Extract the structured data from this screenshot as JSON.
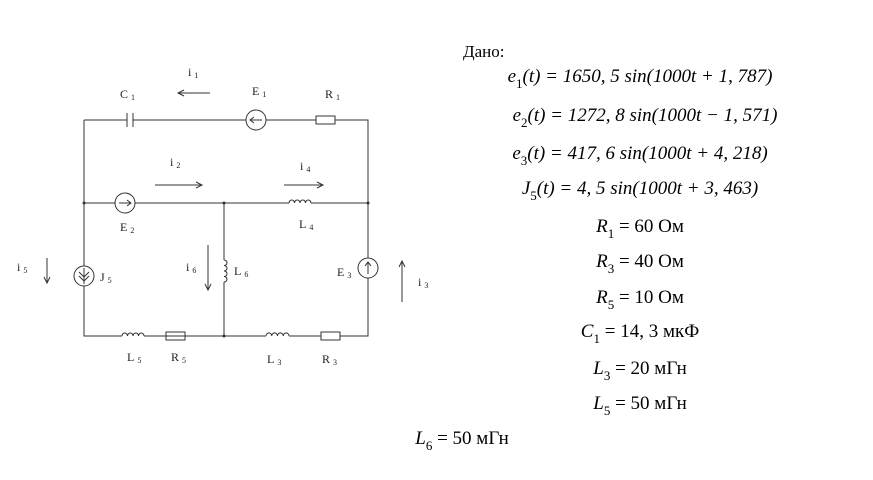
{
  "labels": {
    "C1": {
      "main": "C",
      "sub": "1"
    },
    "E1": {
      "main": "E",
      "sub": "1"
    },
    "R1": {
      "main": "R",
      "sub": "1"
    },
    "i1": {
      "main": "i",
      "sub": "1"
    },
    "i2": {
      "main": "i",
      "sub": "2"
    },
    "i4": {
      "main": "i",
      "sub": "4"
    },
    "E2": {
      "main": "E",
      "sub": "2"
    },
    "L4": {
      "main": "L",
      "sub": "4"
    },
    "i5": {
      "main": "i",
      "sub": "5"
    },
    "J5": {
      "main": "J",
      "sub": "5"
    },
    "i6": {
      "main": "i",
      "sub": "6"
    },
    "L6": {
      "main": "L",
      "sub": "6"
    },
    "E3": {
      "main": "E",
      "sub": "3"
    },
    "i3": {
      "main": "i",
      "sub": "3"
    },
    "L5": {
      "main": "L",
      "sub": "5"
    },
    "R5": {
      "main": "R",
      "sub": "5"
    },
    "L3": {
      "main": "L",
      "sub": "3"
    },
    "R3": {
      "main": "R",
      "sub": "3"
    }
  },
  "given_title": "Дано:",
  "equations": [
    {
      "var": "e",
      "sub": "1",
      "rhs": "(t)  =  1650, 5 sin(1000t  +  1, 787)"
    },
    {
      "var": "e",
      "sub": "2",
      "rhs": "(t)  =  1272, 8 sin(1000t  −  1, 571)"
    },
    {
      "var": "e",
      "sub": "3",
      "rhs": "(t)  =  417, 6 sin(1000t  +  4, 218)"
    },
    {
      "var": "J",
      "sub": "5",
      "rhs": "(t)  =  4, 5 sin(1000t  +  3, 463)"
    }
  ],
  "params": [
    {
      "var": "R",
      "sub": "1",
      "value": " = 60 Ом"
    },
    {
      "var": "R",
      "sub": "3",
      "value": " = 40 Ом"
    },
    {
      "var": "R",
      "sub": "5",
      "value": " = 10 Ом"
    },
    {
      "var": "C",
      "sub": "1",
      "value": " = 14, 3 мкФ"
    },
    {
      "var": "L",
      "sub": "3",
      "value": " = 20 мГн"
    },
    {
      "var": "L",
      "sub": "5",
      "value": " = 50 мГн"
    },
    {
      "var": "L",
      "sub": "6",
      "value": " = 50 мГн"
    }
  ]
}
